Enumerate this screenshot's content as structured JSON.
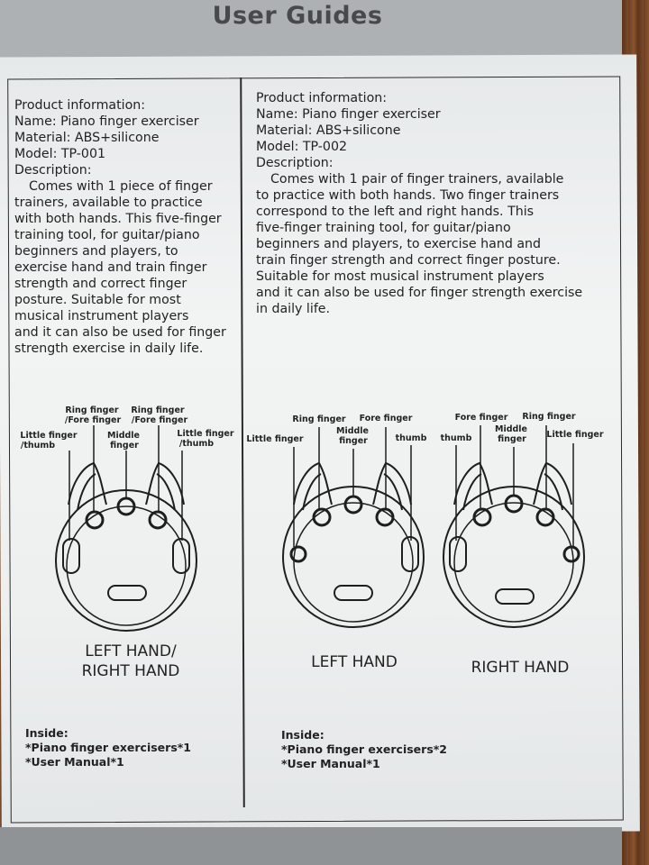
{
  "header": {
    "title": "User Guides"
  },
  "left": {
    "info_title": "Product information:",
    "name": "Name: Piano finger exerciser",
    "material": "Material: ABS+silicone",
    "model": "Model: TP-001",
    "desc_title": "Description:",
    "desc_lines": [
      "Comes with 1 piece of finger",
      "trainers, available to practice",
      "with both hands. This five-finger",
      "training tool, for guitar/piano",
      "beginners and players, to",
      "exercise hand and train finger",
      "strength and correct finger",
      "posture. Suitable for most",
      "musical instrument players",
      "and it can also be used for finger",
      "strength exercise in daily life."
    ],
    "inside": {
      "title": "Inside:",
      "item1": "*Piano finger exercisers*1",
      "item2": "*User Manual*1"
    }
  },
  "right": {
    "info_title": "Product information:",
    "name": "Name: Piano finger exerciser",
    "material": "Material: ABS+silicone",
    "model": "Model: TP-002",
    "desc_title": "Description:",
    "desc_lines": [
      "Comes with 1 pair of finger trainers, available",
      "to practice with both hands. Two finger trainers",
      "correspond to the left and right hands. This",
      "five-finger training tool, for guitar/piano",
      "beginners and players, to exercise hand and",
      "train finger strength and correct finger posture.",
      "Suitable for most musical instrument players",
      "and it can also be used for finger strength exercise",
      "in daily life."
    ],
    "inside": {
      "title": "Inside:",
      "item1": "*Piano finger exercisers*2",
      "item2": "*User Manual*1"
    }
  },
  "diagrams": {
    "both": {
      "caption_line1": "LEFT HAND/",
      "caption_line2": "RIGHT HAND",
      "labels": {
        "ring_fore_1a": "Ring finger",
        "ring_fore_1b": "/Fore finger",
        "ring_fore_2a": "Ring finger",
        "ring_fore_2b": "/Fore finger",
        "little_thumb_1a": "Little finger",
        "little_thumb_1b": "/thumb",
        "middle_a": "Middle",
        "middle_b": "finger",
        "little_thumb_2a": "Little finger",
        "little_thumb_2b": "/thumb"
      }
    },
    "left_hand": {
      "caption": "LEFT HAND",
      "labels": {
        "ring": "Ring finger",
        "fore": "Fore finger",
        "little": "Little finger",
        "middle_a": "Middle",
        "middle_b": "finger",
        "thumb": "thumb"
      }
    },
    "right_hand": {
      "caption": "RIGHT HAND",
      "labels": {
        "fore": "Fore finger",
        "ring": "Ring finger",
        "thumb": "thumb",
        "middle_a": "Middle",
        "middle_b": "finger",
        "little": "Little finger"
      }
    }
  }
}
